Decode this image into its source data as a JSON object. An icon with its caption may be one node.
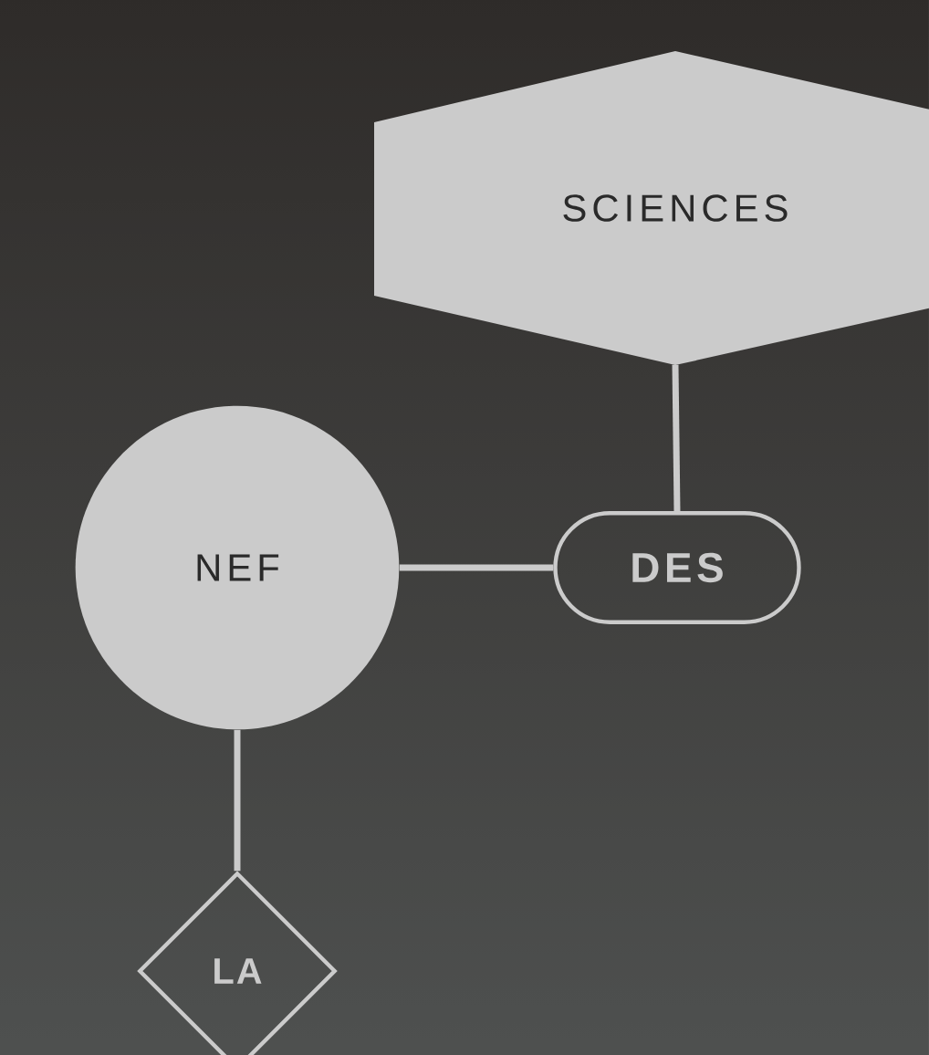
{
  "diagram": {
    "nodes": [
      {
        "text": [
          "SCIENCES"
        ]
      },
      {
        "text": [
          "NEF"
        ]
      },
      {
        "text": [
          "DES"
        ]
      },
      {
        "text": [
          "LA"
        ]
      }
    ],
    "edges": [
      {
        "from": 0,
        "to": 2,
        "arrow": "none"
      },
      {
        "from": 1,
        "to": 2,
        "arrow": "none"
      },
      {
        "from": 1,
        "to": 3,
        "arrow": "none"
      }
    ]
  }
}
